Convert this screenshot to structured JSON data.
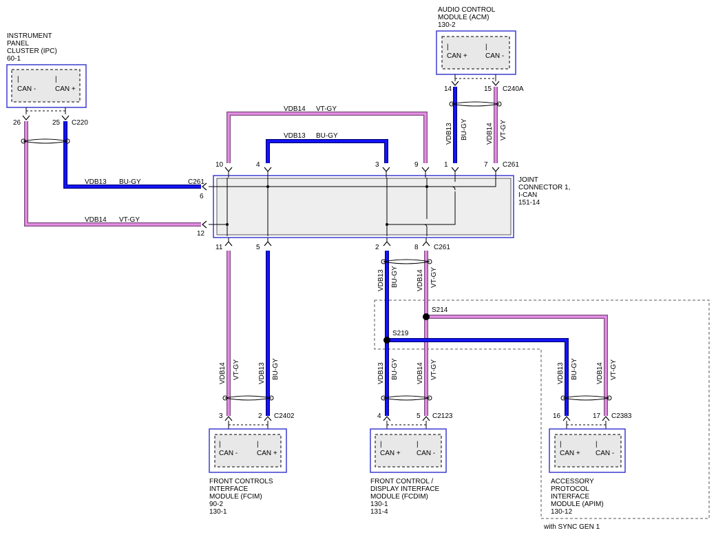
{
  "modules": {
    "ipc": {
      "lines": [
        "INSTRUMENT",
        "PANEL",
        "CLUSTER (IPC)",
        "60-1"
      ],
      "pins": [
        "CAN -",
        "CAN +"
      ]
    },
    "acm": {
      "lines": [
        "AUDIO CONTROL",
        "MODULE (ACM)",
        "130-2"
      ],
      "pins": [
        "CAN +",
        "CAN -"
      ]
    },
    "joint": {
      "lines": [
        "JOINT",
        "CONNECTOR 1,",
        "I-CAN",
        "151-14"
      ]
    },
    "fcim": {
      "lines": [
        "FRONT CONTROLS",
        "INTERFACE",
        "MODULE (FCIM)",
        "90-2",
        "130-1"
      ],
      "pins": [
        "CAN -",
        "CAN +"
      ]
    },
    "fcdim": {
      "lines": [
        "FRONT CONTROL /",
        "DISPLAY INTERFACE",
        "MODULE (FCDIM)",
        "130-1",
        "131-4"
      ],
      "pins": [
        "CAN +",
        "CAN -"
      ]
    },
    "apim": {
      "lines": [
        "ACCESSORY",
        "PROTOCOL",
        "INTERFACE",
        "MODULE (APIM)",
        "130-12"
      ],
      "pins": [
        "CAN +",
        "CAN -"
      ]
    }
  },
  "connectors": {
    "c220": "C220",
    "c240a": "C240A",
    "c261_acm": "C261",
    "c261_left": "C261",
    "c261_bottom": "C261",
    "c2402": "C2402",
    "c2123": "C2123",
    "c2383": "C2383"
  },
  "pins": {
    "ipc_minus": "26",
    "ipc_plus": "25",
    "acm_plus": "14",
    "acm_minus": "15",
    "j10": "10",
    "j4": "4",
    "j3": "3",
    "j9": "9",
    "j1": "1",
    "j7": "7",
    "j6": "6",
    "j12": "12",
    "j11": "11",
    "j5": "5",
    "j2": "2",
    "j8": "8",
    "fcim_minus": "3",
    "fcim_plus": "2",
    "fcdim_plus": "4",
    "fcdim_minus": "5",
    "apim_plus": "16",
    "apim_minus": "17"
  },
  "wires": {
    "vdb14": "VDB14",
    "vdb13": "VDB13",
    "vtgy": "VT-GY",
    "bugy": "BU-GY"
  },
  "splices": {
    "s214": "S214",
    "s219": "S219"
  },
  "option_note": "with SYNC GEN 1",
  "colors": {
    "vt_gy": "#e58fe5",
    "bu_gy": "#1515ff",
    "module_border": "#3b3bd1"
  }
}
